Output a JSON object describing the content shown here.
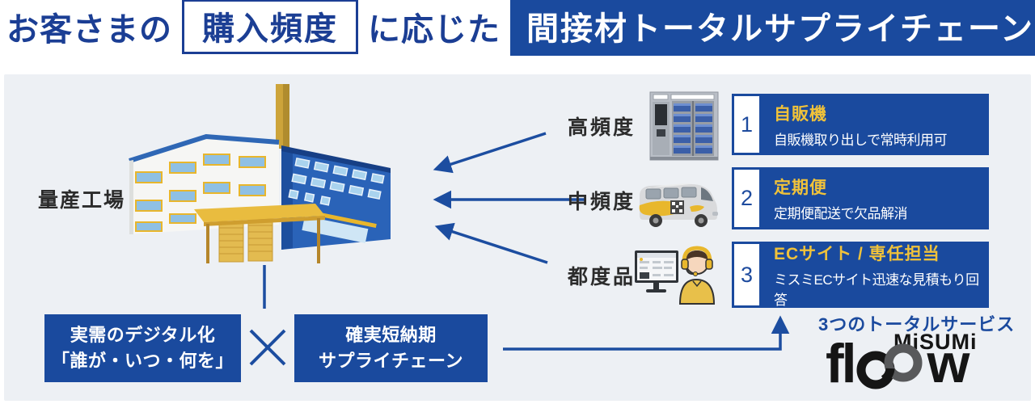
{
  "title": {
    "prefix": "お客さまの",
    "highlight": "購入頻度",
    "middle": "に応じた",
    "banner": "間接材トータルサプライチェーン"
  },
  "diagram": {
    "factory_label": "量産工場",
    "factory_icon": "factory-illustration",
    "rows": [
      {
        "label": "高頻度",
        "icon": "vending-machine-icon",
        "number": "1",
        "service_title": "自販機",
        "service_desc": "自販機取り出しで常時利用可"
      },
      {
        "label": "中頻度",
        "icon": "delivery-van-icon",
        "number": "2",
        "service_title": "定期便",
        "service_desc": "定期便配送で欠品解消"
      },
      {
        "label": "都度品",
        "icon": "support-agent-icon",
        "number": "3",
        "service_title": "ECサイト / 専任担当",
        "service_desc": "ミスミECサイト迅速な見積もり回答"
      }
    ],
    "formula": {
      "left_line1": "実需のデジタル化",
      "left_line2": "「誰が・いつ・何を」",
      "operator": "×",
      "right_line1": "確実短納期",
      "right_line2": "サプライチェーン"
    },
    "footer": {
      "services_label": "3つのトータルサービス",
      "logo_brand": "MiSUMi",
      "logo_name_start": "fl",
      "logo_name_end": "w",
      "logo_name_full": "floow"
    }
  },
  "colors": {
    "title_blue": "#1b3e94",
    "box_blue": "#1a4a9e",
    "arrow_blue": "#1c4da0",
    "accent_yellow": "#f0c23a",
    "panel_bg": "#edf0f4",
    "logo_gray": "#58595b"
  }
}
